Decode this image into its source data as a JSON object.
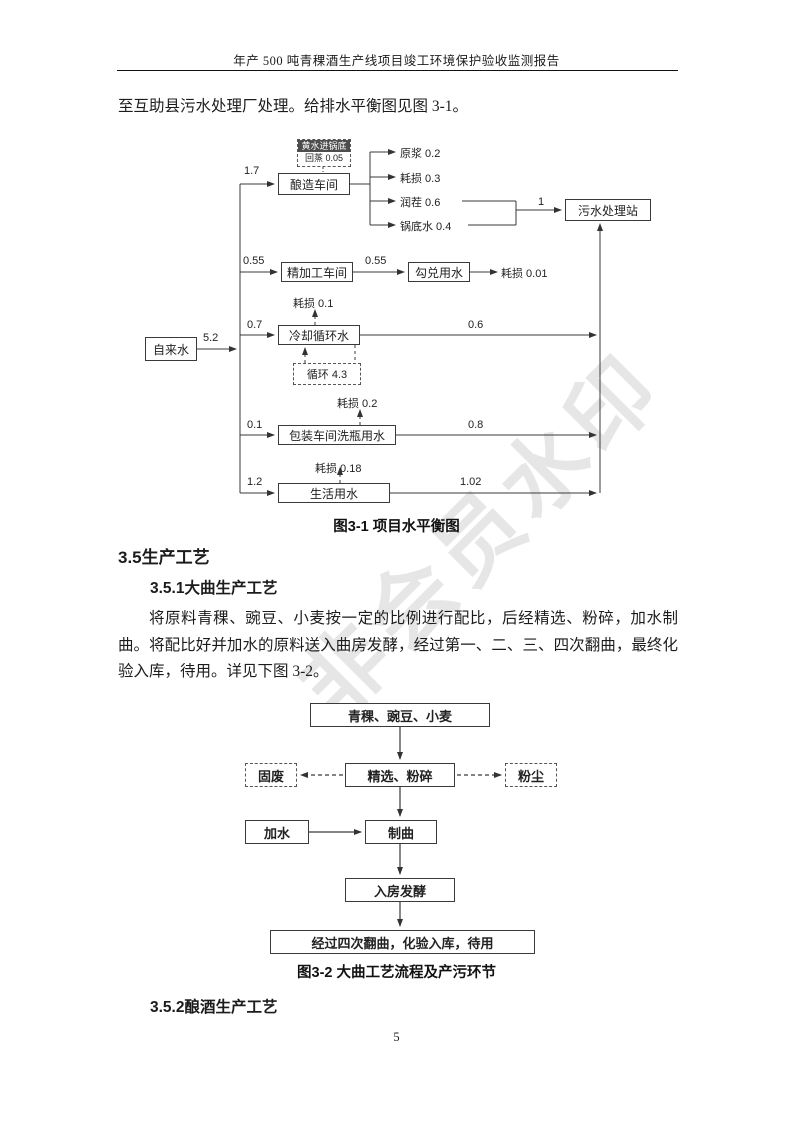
{
  "header": {
    "title": "年产 500 吨青稞酒生产线项目竣工环境保护验收监测报告"
  },
  "intro": "至互助县污水处理厂处理。给排水平衡图见图 3-1。",
  "fig1": {
    "caption": "图3-1  项目水平衡图",
    "yellow_water": "黄水进锅底",
    "steam_back": "回蒸 0.05",
    "flow_in_brewing": "1.7",
    "brewing": "酿造车间",
    "outputs": [
      "原浆 0.2",
      "耗损 0.3",
      "润茬 0.6",
      "锅底水 0.4"
    ],
    "to_sewage": "1",
    "sewage": "污水处理站",
    "flow_in_fine": "0.55",
    "fine": "精加工车间",
    "flow_fine_blend": "0.55",
    "blending": "勾兑用水",
    "blending_loss": "耗损 0.01",
    "cooling_loss": "耗损 0.1",
    "flow_in_cooling": "0.7",
    "cooling": "冷却循环水",
    "flow_out_cooling": "0.6",
    "recycle": "循环 4.3",
    "tap": "自来水",
    "tap_flow": "5.2",
    "packaging_loss": "耗损 0.2",
    "flow_in_packaging": "0.1",
    "packaging": "包装车间洗瓶用水",
    "flow_out_packaging": "0.8",
    "domestic_loss": "耗损 0.18",
    "flow_in_domestic": "1.2",
    "domestic": "生活用水",
    "flow_out_domestic": "1.02"
  },
  "sections": {
    "s35": "3.5生产工艺",
    "s351": "3.5.1大曲生产工艺",
    "s351_para": "将原料青稞、豌豆、小麦按一定的比例进行配比，后经精选、粉碎，加水制曲。将配比好并加水的原料送入曲房发酵，经过第一、二、三、四次翻曲，最终化验入库，待用。详见下图 3-2。",
    "s352": "3.5.2酿酒生产工艺"
  },
  "fig2": {
    "caption": "图3-2  大曲工艺流程及产污环节",
    "raw_material": "青稞、豌豆、小麦",
    "solid_waste": "固废",
    "selection": "精选、粉碎",
    "dust": "粉尘",
    "add_water": "加水",
    "qu_making": "制曲",
    "fermentation": "入房发酵",
    "final_step": "经过四次翻曲，化验入库，待用"
  },
  "footer": {
    "page_number": "5"
  },
  "watermark": "非会员水印"
}
